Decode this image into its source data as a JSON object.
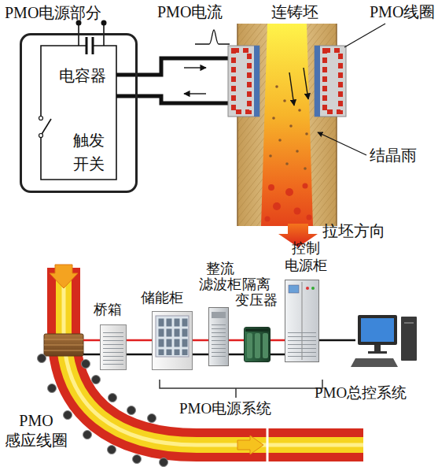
{
  "diagram": {
    "nodes": [
      {
        "text": [
          "PMO电源部分",
          "电容器",
          "触发 开关"
        ]
      },
      {
        "text": [
          "桥箱"
        ]
      },
      {
        "text": [
          "储能柜"
        ]
      },
      {
        "text": [
          "整流 滤波柜"
        ]
      },
      {
        "text": [
          "隔离 变压器"
        ]
      },
      {
        "text": [
          "控制 电源柜"
        ]
      },
      {
        "text": [
          "PMO总控系统"
        ]
      }
    ],
    "edges": [
      {
        "from": 1,
        "to": 2,
        "arrow": "none"
      },
      {
        "from": 2,
        "to": 3,
        "arrow": "none"
      },
      {
        "from": 3,
        "to": 4,
        "arrow": "none"
      },
      {
        "from": 4,
        "to": 5,
        "arrow": "none"
      },
      {
        "from": 5,
        "to": 6,
        "arrow": "none"
      }
    ],
    "labels": [
      "PMO电流",
      "连铸坯",
      "PMO线圈",
      "结晶雨",
      "拉坯方向",
      "PMO 感应线圈",
      "PMO电源系统"
    ]
  }
}
